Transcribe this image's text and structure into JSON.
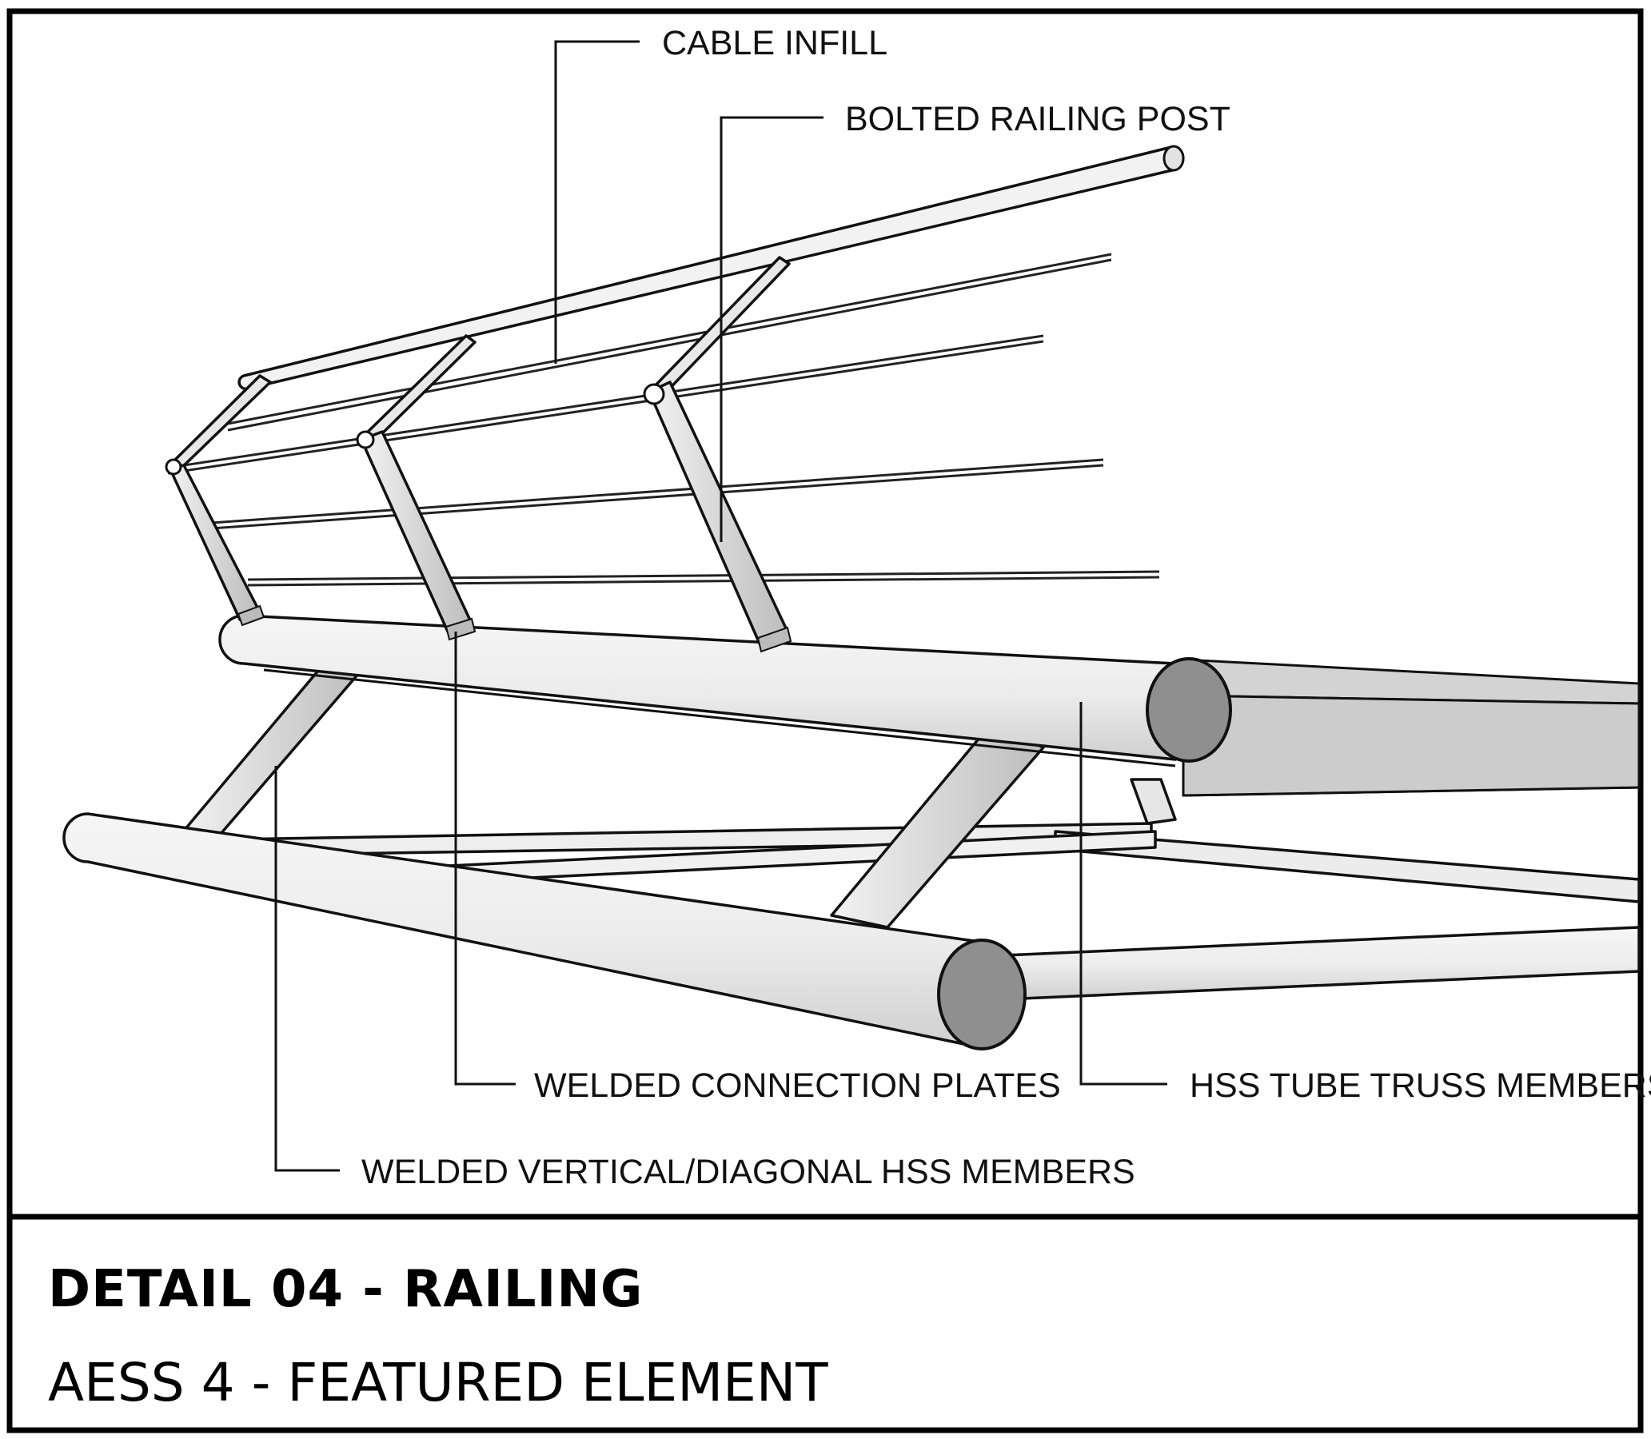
{
  "labels": {
    "cable_infill": "CABLE INFILL",
    "bolted_railing_post": "BOLTED RAILING POST",
    "welded_connection_plates": "WELDED CONNECTION PLATES",
    "hss_tube_truss_members": "HSS TUBE TRUSS MEMBERS",
    "welded_vertical_diagonal": "WELDED VERTICAL/DIAGONAL HSS MEMBERS"
  },
  "title_block": {
    "title": "DETAIL 04 - RAILING",
    "subtitle": "AESS 4 - FEATURED ELEMENT"
  }
}
